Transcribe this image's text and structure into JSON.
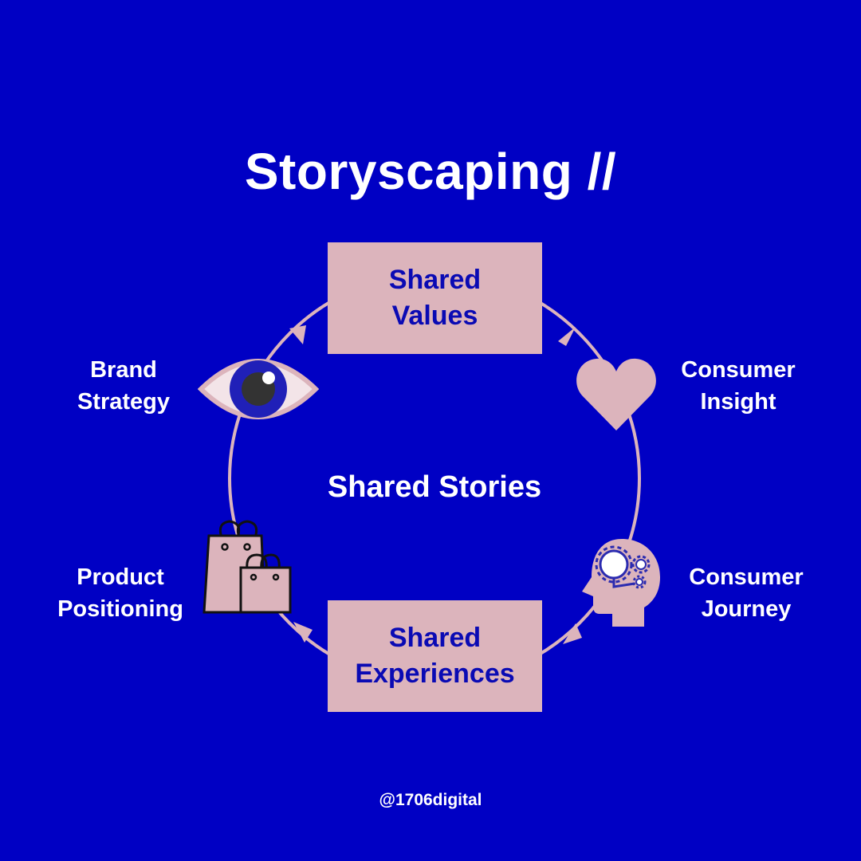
{
  "title": "Storyscaping //",
  "boxes": {
    "top": {
      "line1": "Shared",
      "line2": "Values"
    },
    "bottom": {
      "line1": "Shared",
      "line2": "Experiences"
    }
  },
  "center": "Shared Stories",
  "labels": {
    "brand": {
      "line1": "Brand",
      "line2": "Strategy"
    },
    "insight": {
      "line1": "Consumer",
      "line2": "Insight"
    },
    "product": {
      "line1": "Product",
      "line2": "Positioning"
    },
    "journey": {
      "line1": "Consumer",
      "line2": "Journey"
    }
  },
  "icons": [
    "eye-icon",
    "heart-icon",
    "shopping-bags-icon",
    "head-gears-icon"
  ],
  "colors": {
    "background": "#0000c4",
    "accent": "#dcb4bc",
    "box_text": "#0a0ab4",
    "text": "#ffffff"
  },
  "handle": "@1706digital"
}
